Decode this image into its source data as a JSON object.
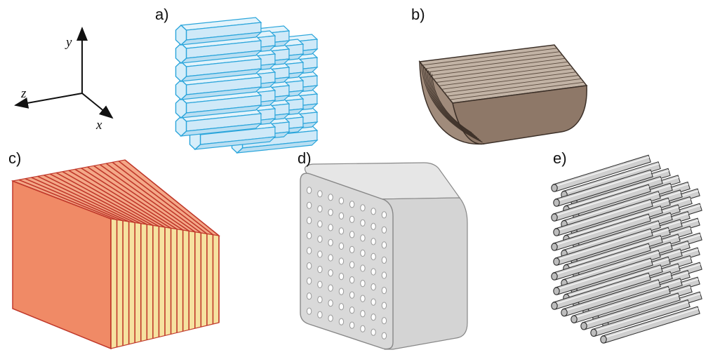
{
  "axes": {
    "x": "x",
    "y": "y",
    "z": "z"
  },
  "panels": {
    "a": {
      "label": "a)"
    },
    "b": {
      "label": "b)"
    },
    "c": {
      "label": "c)"
    },
    "d": {
      "label": "d)"
    },
    "e": {
      "label": "e)"
    }
  },
  "colors": {
    "hex_fill": "#cfe9f8",
    "hex_stroke": "#2aa5db",
    "wood_side": "#8a7565",
    "wood_top": "#c2b3a5",
    "wood_stroke": "#3c3028",
    "laminate_orange": "#f08a66",
    "laminate_yellow": "#f6e2a0",
    "laminate_stroke": "#c0392b",
    "block_grey": "#dcdcdc",
    "block_stroke": "#888888",
    "rod_grey": "#cfcfcf",
    "rod_stroke": "#2d2d2d"
  }
}
